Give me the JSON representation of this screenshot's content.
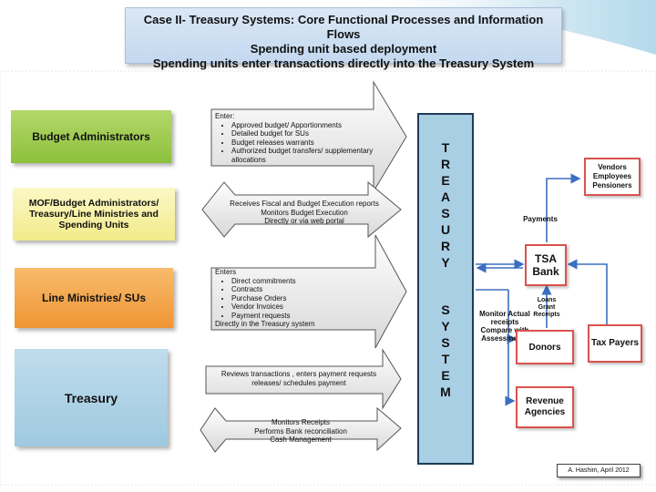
{
  "title": {
    "line1": "Case II- Treasury Systems:  Core Functional Processes and Information Flows",
    "line2": "Spending unit based deployment",
    "line3": "Spending units enter transactions directly into the Treasury System"
  },
  "left_boxes": [
    {
      "label": "Budget Administrators",
      "color": "#9ccc4a"
    },
    {
      "label": "MOF/Budget Administrators/ Treasury/Line Ministries and Spending Units",
      "color": "#f6f0a0"
    },
    {
      "label": "Line Ministries/ SUs",
      "color": "#f4a64a"
    },
    {
      "label": "Treasury",
      "color": "#a9cfe5"
    }
  ],
  "arrow1": {
    "heading": "Enter:",
    "items": [
      "Approved budget/ Apportionments",
      " Detailed budget for SUs",
      "Budget releases warrants",
      "Authorized budget transfers/ supplementary allocations"
    ]
  },
  "arrow2": {
    "lines": [
      "Receives Fiscal and Budget Execution reports",
      "Monitors Budget Execution",
      "Directly or via web portal"
    ]
  },
  "arrow3": {
    "heading": "Enters",
    "items": [
      "Direct commitments",
      "Contracts",
      "Purchase Orders",
      "Vendor Invoices",
      "Payment requests"
    ],
    "footer": "Directly in the Treasury system"
  },
  "arrow4": {
    "lines": [
      "Reviews  transactions , enters payment requests",
      "releases/ schedules  payment"
    ]
  },
  "arrow5": {
    "lines": [
      "Monitors Receipts",
      "Performs Bank reconciliation",
      "Cash Management"
    ]
  },
  "treasury_system": {
    "letters_top": [
      "T",
      "R",
      "E",
      "A",
      "S",
      "U",
      "R",
      "Y"
    ],
    "letters_bottom": [
      "S",
      "Y",
      "S",
      "T",
      "E",
      "M"
    ]
  },
  "right": {
    "vendors": "Vendors Employees Pensioners",
    "payments": "Payments",
    "tsa_bank": "TSA Bank",
    "loans": "Loans Grant Receipts",
    "monitor": "Monitor Actual receipts Compare with Assessments",
    "donors": "Donors",
    "tax_payers": "Tax Payers",
    "revenue": "Revenue Agencies"
  },
  "credit": "A. Hashim, April 2012",
  "colors": {
    "accent_border": "#d9534f",
    "arrow_blue": "#3b6fc2",
    "treasury_border": "#1f3b57"
  }
}
